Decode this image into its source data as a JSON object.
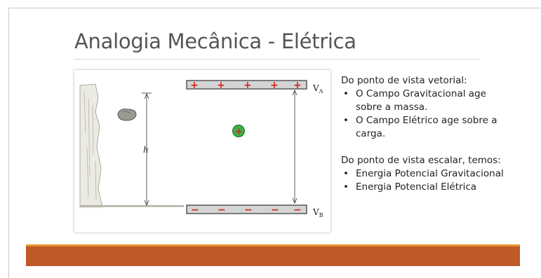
{
  "slide": {
    "title": "Analogia Mecânica - Elétrica",
    "figure": {
      "height_label": "h",
      "top_plate_signs": [
        "+",
        "+",
        "+",
        "+",
        "+"
      ],
      "bottom_plate_signs": [
        "−",
        "−",
        "−",
        "−",
        "−"
      ],
      "top_potential": "V",
      "top_potential_sub": "A",
      "bottom_potential": "V",
      "bottom_potential_sub": "B",
      "charge_sign": "+"
    },
    "vector_heading": "Do ponto de vista vetorial:",
    "vector_bullets": [
      {
        "line1": "O Campo Gravitacional age",
        "line2": "sobre a massa."
      },
      {
        "line1": "O Campo Elétrico age sobre a",
        "line2": "carga."
      }
    ],
    "scalar_heading": "Do ponto de vista escalar, temos:",
    "scalar_bullets": [
      "Energia Potencial Gravitacional",
      "Energia Potencial Elétrica"
    ],
    "bullet_glyph": "•"
  },
  "colors": {
    "title": "#555555",
    "band": "#bf5a26",
    "band_top": "#e8912f",
    "plus_sign": "#d42020",
    "charge_fill": "#3cb043"
  }
}
